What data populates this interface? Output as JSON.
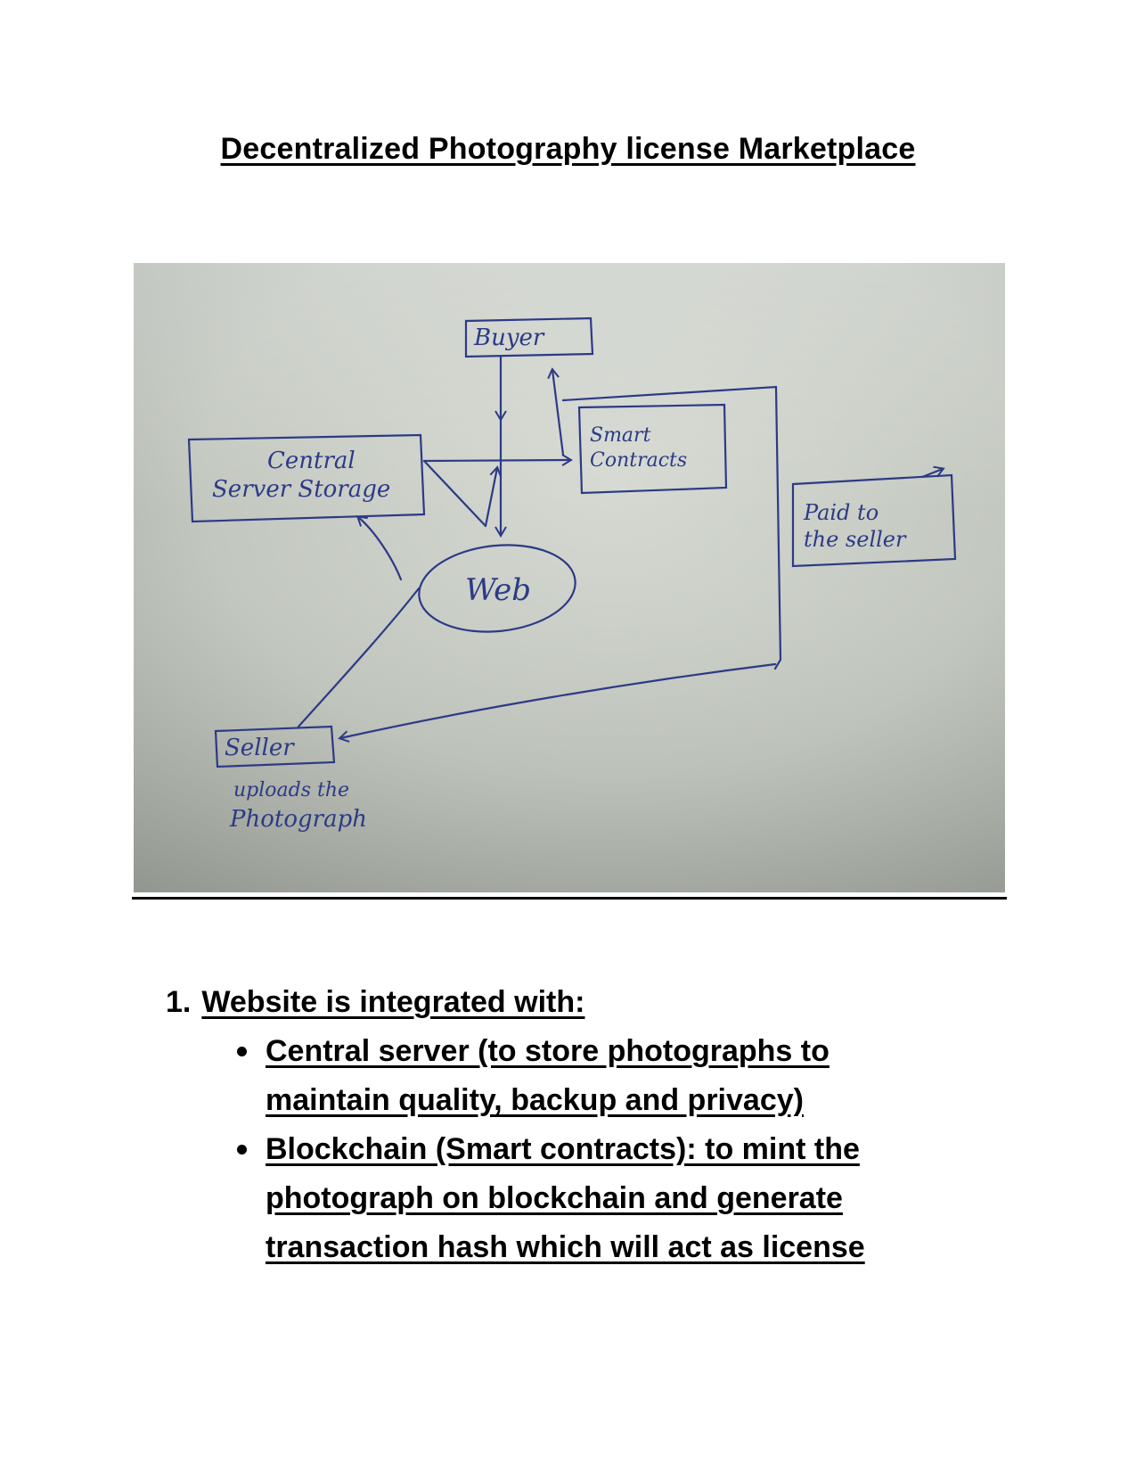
{
  "document": {
    "title": "Decentralized Photography license Marketplace"
  },
  "diagram": {
    "buyer": "Buyer",
    "smart_contracts_line1": "Smart",
    "smart_contracts_line2": "Contracts",
    "central_line1": "Central",
    "central_line2": "Server Storage",
    "paid_line1": "Paid to",
    "paid_line2": "the seller",
    "web": "Web",
    "seller": "Seller",
    "seller_note_line1": "uploads the",
    "seller_note_line2": "Photograph",
    "ink_color": "#2c3a86"
  },
  "section": {
    "number": "1.",
    "heading": "Website is integrated with:",
    "bullets": [
      {
        "line1": "Central server (to store photographs to",
        "line2": "maintain quality, backup and privacy)"
      },
      {
        "line1": "Blockchain (Smart contracts): to mint the",
        "line2": "photograph on blockchain and generate",
        "line3": "transaction hash which will act as license"
      }
    ]
  }
}
